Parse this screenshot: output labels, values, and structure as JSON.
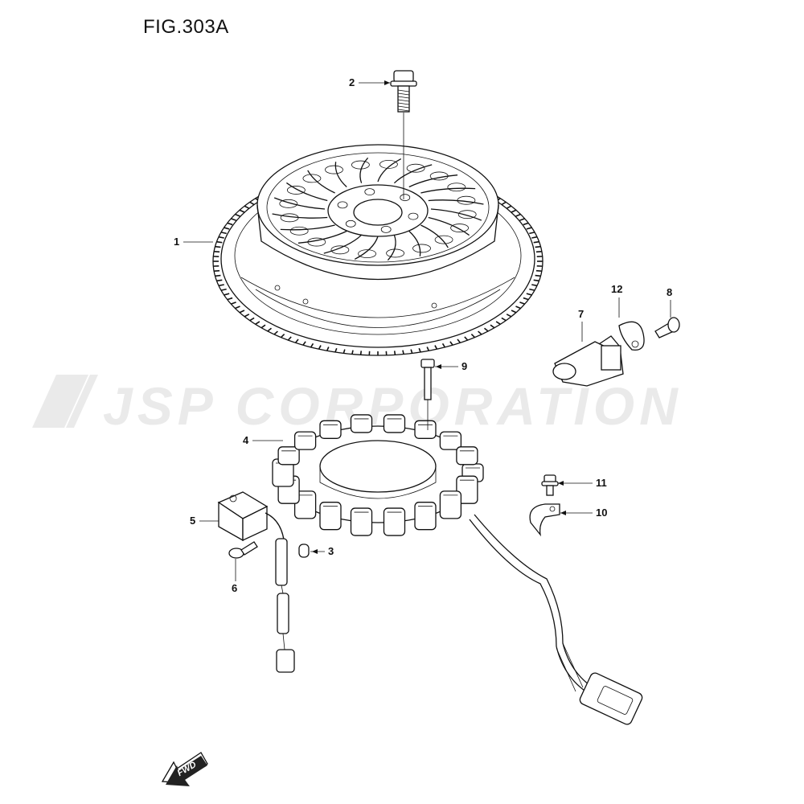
{
  "figure_label": "FIG.303A",
  "watermark": "JSP CORPORATION",
  "fwd_label": "FWD",
  "callouts": {
    "c1": "1",
    "c2": "2",
    "c3": "3",
    "c4": "4",
    "c5": "5",
    "c6": "6",
    "c7": "7",
    "c8": "8",
    "c9": "9",
    "c10": "10",
    "c11": "11",
    "c12": "12"
  },
  "parts": {
    "p1": "flywheel-rotor",
    "p2": "flywheel-bolt",
    "p3": "dowel-pin",
    "p4": "stator-coil",
    "p5": "pulser-coil",
    "p6": "pulser-screw",
    "p7": "position-sensor",
    "p8": "sensor-bolt",
    "p9": "stator-bolt",
    "p10": "wire-clamp",
    "p11": "clamp-bolt",
    "p12": "sensor-seal"
  }
}
